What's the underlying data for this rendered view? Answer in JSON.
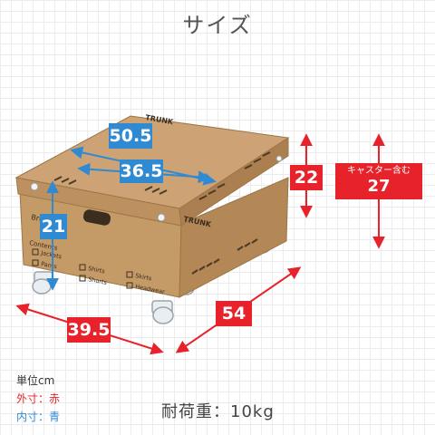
{
  "title": "サイズ",
  "box_print": {
    "brand_lid": "TRUNK",
    "brand_side": "TRUNK",
    "front_brand": "Bru",
    "contents_label": "Contents",
    "checkboxes": [
      "Jackets",
      "Shirts",
      "Skirts",
      "Pants",
      "Shorts",
      "Headwear"
    ]
  },
  "inner_dimensions": {
    "depth": "50.5",
    "width": "36.5",
    "height": "21"
  },
  "outer_dimensions": {
    "height": "22",
    "width": "39.5",
    "depth": "54",
    "height_with_casters_label": "キャスター含む",
    "height_with_casters": "27"
  },
  "legend": {
    "unit": "単位cm",
    "outer": "外寸：赤",
    "inner": "内寸：青"
  },
  "weight": "耐荷重：10kg",
  "colors": {
    "outer_red": "#e8222a",
    "inner_blue": "#2f8ad1",
    "cardboard": "#c49a67"
  }
}
